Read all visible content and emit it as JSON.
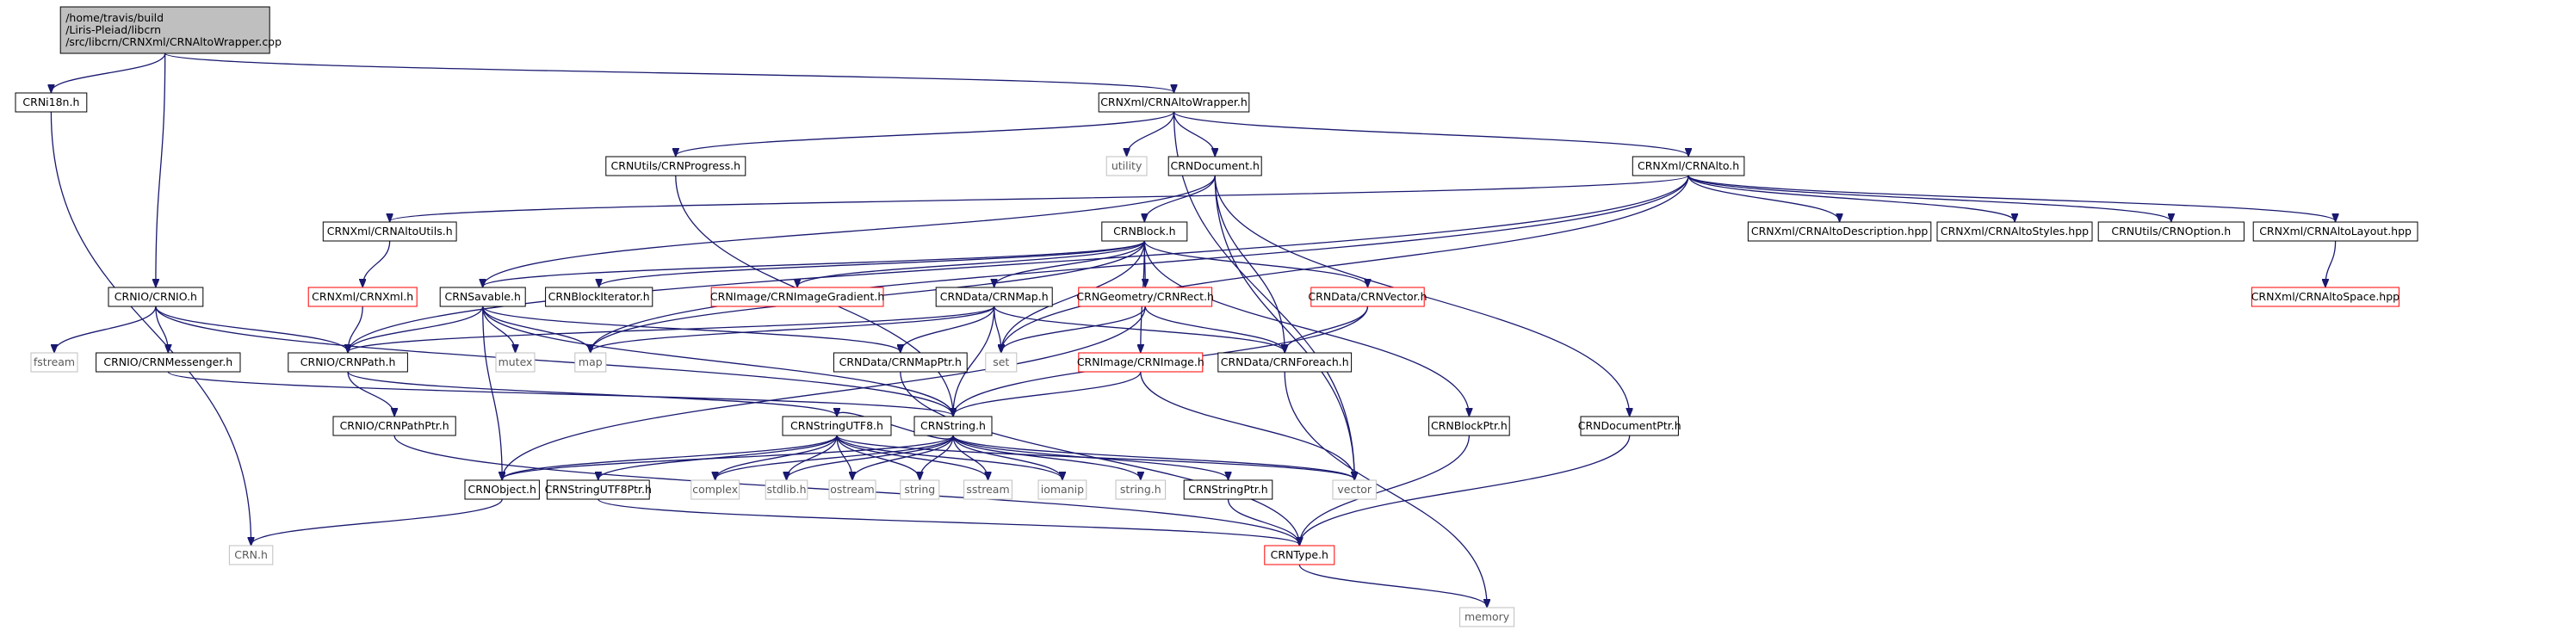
{
  "colors": {
    "edge": "#191970",
    "node_border": "#000000",
    "missing_border": "#ff0000",
    "system_border": "#bfbfbf",
    "root_fill": "#bfbfbf"
  },
  "nodes": [
    {
      "id": "root",
      "lines": [
        "/home/travis/build",
        "/Liris-Pleiad/libcrn",
        "/src/libcrn/CRNXml/CRNAltoWrapper.cpp"
      ],
      "kind": "root"
    },
    {
      "id": "i18n",
      "lines": [
        "CRNi18n.h"
      ],
      "kind": "normal"
    },
    {
      "id": "altowrapper",
      "lines": [
        "CRNXml/CRNAltoWrapper.h"
      ],
      "kind": "normal"
    },
    {
      "id": "progress",
      "lines": [
        "CRNUtils/CRNProgress.h"
      ],
      "kind": "normal"
    },
    {
      "id": "utility",
      "lines": [
        "utility"
      ],
      "kind": "system"
    },
    {
      "id": "document",
      "lines": [
        "CRNDocument.h"
      ],
      "kind": "normal"
    },
    {
      "id": "alto",
      "lines": [
        "CRNXml/CRNAlto.h"
      ],
      "kind": "normal"
    },
    {
      "id": "altoutils",
      "lines": [
        "CRNXml/CRNAltoUtils.h"
      ],
      "kind": "normal"
    },
    {
      "id": "block",
      "lines": [
        "CRNBlock.h"
      ],
      "kind": "normal"
    },
    {
      "id": "altodesc",
      "lines": [
        "CRNXml/CRNAltoDescription.hpp"
      ],
      "kind": "normal"
    },
    {
      "id": "altostyles",
      "lines": [
        "CRNXml/CRNAltoStyles.hpp"
      ],
      "kind": "normal"
    },
    {
      "id": "option",
      "lines": [
        "CRNUtils/CRNOption.h"
      ],
      "kind": "normal"
    },
    {
      "id": "altolayout",
      "lines": [
        "CRNXml/CRNAltoLayout.hpp"
      ],
      "kind": "normal"
    },
    {
      "id": "crnio",
      "lines": [
        "CRNIO/CRNIO.h"
      ],
      "kind": "normal"
    },
    {
      "id": "crnxml",
      "lines": [
        "CRNXml/CRNXml.h"
      ],
      "kind": "red"
    },
    {
      "id": "savable",
      "lines": [
        "CRNSavable.h"
      ],
      "kind": "normal"
    },
    {
      "id": "blockiter",
      "lines": [
        "CRNBlockIterator.h"
      ],
      "kind": "normal"
    },
    {
      "id": "imggrad",
      "lines": [
        "CRNImage/CRNImageGradient.h"
      ],
      "kind": "red"
    },
    {
      "id": "crnmap",
      "lines": [
        "CRNData/CRNMap.h"
      ],
      "kind": "normal"
    },
    {
      "id": "rect",
      "lines": [
        "CRNGeometry/CRNRect.h"
      ],
      "kind": "red"
    },
    {
      "id": "vectorh",
      "lines": [
        "CRNData/CRNVector.h"
      ],
      "kind": "red"
    },
    {
      "id": "altospace",
      "lines": [
        "CRNXml/CRNAltoSpace.hpp"
      ],
      "kind": "red"
    },
    {
      "id": "fstream",
      "lines": [
        "fstream"
      ],
      "kind": "system"
    },
    {
      "id": "messenger",
      "lines": [
        "CRNIO/CRNMessenger.h"
      ],
      "kind": "normal"
    },
    {
      "id": "path",
      "lines": [
        "CRNIO/CRNPath.h"
      ],
      "kind": "normal"
    },
    {
      "id": "mutex",
      "lines": [
        "mutex"
      ],
      "kind": "system"
    },
    {
      "id": "map",
      "lines": [
        "map"
      ],
      "kind": "system"
    },
    {
      "id": "mapptr",
      "lines": [
        "CRNData/CRNMapPtr.h"
      ],
      "kind": "normal"
    },
    {
      "id": "set",
      "lines": [
        "set"
      ],
      "kind": "system"
    },
    {
      "id": "image",
      "lines": [
        "CRNImage/CRNImage.h"
      ],
      "kind": "red"
    },
    {
      "id": "foreach",
      "lines": [
        "CRNData/CRNForeach.h"
      ],
      "kind": "normal"
    },
    {
      "id": "blockptr",
      "lines": [
        "CRNBlockPtr.h"
      ],
      "kind": "normal"
    },
    {
      "id": "documentptr",
      "lines": [
        "CRNDocumentPtr.h"
      ],
      "kind": "normal"
    },
    {
      "id": "pathptr",
      "lines": [
        "CRNIO/CRNPathPtr.h"
      ],
      "kind": "normal"
    },
    {
      "id": "stringutf8",
      "lines": [
        "CRNStringUTF8.h"
      ],
      "kind": "normal"
    },
    {
      "id": "string",
      "lines": [
        "CRNString.h"
      ],
      "kind": "normal"
    },
    {
      "id": "object",
      "lines": [
        "CRNObject.h"
      ],
      "kind": "normal"
    },
    {
      "id": "stringutf8ptr",
      "lines": [
        "CRNStringUTF8Ptr.h"
      ],
      "kind": "normal"
    },
    {
      "id": "complex",
      "lines": [
        "complex"
      ],
      "kind": "system"
    },
    {
      "id": "stdlib",
      "lines": [
        "stdlib.h"
      ],
      "kind": "system"
    },
    {
      "id": "ostream",
      "lines": [
        "ostream"
      ],
      "kind": "system"
    },
    {
      "id": "stdstring",
      "lines": [
        "string"
      ],
      "kind": "system"
    },
    {
      "id": "sstream",
      "lines": [
        "sstream"
      ],
      "kind": "system"
    },
    {
      "id": "iomanip",
      "lines": [
        "iomanip"
      ],
      "kind": "system"
    },
    {
      "id": "stringh",
      "lines": [
        "string.h"
      ],
      "kind": "system"
    },
    {
      "id": "stringptr",
      "lines": [
        "CRNStringPtr.h"
      ],
      "kind": "normal"
    },
    {
      "id": "vector",
      "lines": [
        "vector"
      ],
      "kind": "system"
    },
    {
      "id": "crnh",
      "lines": [
        "CRN.h"
      ],
      "kind": "system"
    },
    {
      "id": "type",
      "lines": [
        "CRNType.h"
      ],
      "kind": "red"
    },
    {
      "id": "memory",
      "lines": [
        "memory"
      ],
      "kind": "system"
    }
  ],
  "edges": [
    [
      "root",
      "i18n"
    ],
    [
      "root",
      "altowrapper"
    ],
    [
      "root",
      "crnio"
    ],
    [
      "i18n",
      "crnh"
    ],
    [
      "altowrapper",
      "progress"
    ],
    [
      "altowrapper",
      "utility"
    ],
    [
      "altowrapper",
      "document"
    ],
    [
      "altowrapper",
      "alto"
    ],
    [
      "altowrapper",
      "vector"
    ],
    [
      "progress",
      "string"
    ],
    [
      "document",
      "block"
    ],
    [
      "document",
      "savable"
    ],
    [
      "document",
      "foreach"
    ],
    [
      "document",
      "documentptr"
    ],
    [
      "document",
      "vector"
    ],
    [
      "alto",
      "altoutils"
    ],
    [
      "alto",
      "altodesc"
    ],
    [
      "alto",
      "altostyles"
    ],
    [
      "alto",
      "option"
    ],
    [
      "alto",
      "altolayout"
    ],
    [
      "alto",
      "path"
    ],
    [
      "alto",
      "set"
    ],
    [
      "alto",
      "map"
    ],
    [
      "altoutils",
      "crnxml"
    ],
    [
      "altolayout",
      "altospace"
    ],
    [
      "crnxml",
      "path"
    ],
    [
      "block",
      "savable"
    ],
    [
      "block",
      "blockiter"
    ],
    [
      "block",
      "imggrad"
    ],
    [
      "block",
      "crnmap"
    ],
    [
      "block",
      "rect"
    ],
    [
      "block",
      "vectorh"
    ],
    [
      "block",
      "image"
    ],
    [
      "block",
      "blockptr"
    ],
    [
      "block",
      "set"
    ],
    [
      "block",
      "map"
    ],
    [
      "crnio",
      "fstream"
    ],
    [
      "crnio",
      "messenger"
    ],
    [
      "crnio",
      "path"
    ],
    [
      "crnio",
      "string"
    ],
    [
      "messenger",
      "string"
    ],
    [
      "savable",
      "path"
    ],
    [
      "savable",
      "mutex"
    ],
    [
      "savable",
      "map"
    ],
    [
      "savable",
      "object"
    ],
    [
      "savable",
      "mapptr"
    ],
    [
      "savable",
      "string"
    ],
    [
      "crnmap",
      "path"
    ],
    [
      "crnmap",
      "mapptr"
    ],
    [
      "crnmap",
      "set"
    ],
    [
      "crnmap",
      "map"
    ],
    [
      "crnmap",
      "foreach"
    ],
    [
      "crnmap",
      "string"
    ],
    [
      "rect",
      "set"
    ],
    [
      "rect",
      "foreach"
    ],
    [
      "rect",
      "object"
    ],
    [
      "vectorh",
      "foreach"
    ],
    [
      "vectorh",
      "string"
    ],
    [
      "image",
      "string"
    ],
    [
      "image",
      "vector"
    ],
    [
      "foreach",
      "memory"
    ],
    [
      "mapptr",
      "type"
    ],
    [
      "blockptr",
      "type"
    ],
    [
      "documentptr",
      "type"
    ],
    [
      "path",
      "pathptr"
    ],
    [
      "path",
      "stringutf8"
    ],
    [
      "pathptr",
      "type"
    ],
    [
      "stringutf8",
      "object"
    ],
    [
      "stringutf8",
      "stringutf8ptr"
    ],
    [
      "stringutf8",
      "complex"
    ],
    [
      "stringutf8",
      "stdlib"
    ],
    [
      "stringutf8",
      "ostream"
    ],
    [
      "stringutf8",
      "stdstring"
    ],
    [
      "stringutf8",
      "sstream"
    ],
    [
      "stringutf8",
      "iomanip"
    ],
    [
      "stringutf8",
      "vector"
    ],
    [
      "string",
      "object"
    ],
    [
      "string",
      "stringutf8"
    ],
    [
      "string",
      "complex"
    ],
    [
      "string",
      "stdlib"
    ],
    [
      "string",
      "ostream"
    ],
    [
      "string",
      "stdstring"
    ],
    [
      "string",
      "sstream"
    ],
    [
      "string",
      "iomanip"
    ],
    [
      "string",
      "stringh"
    ],
    [
      "string",
      "stringptr"
    ],
    [
      "string",
      "vector"
    ],
    [
      "object",
      "crnh"
    ],
    [
      "stringutf8ptr",
      "type"
    ],
    [
      "stringptr",
      "type"
    ],
    [
      "type",
      "memory"
    ]
  ]
}
